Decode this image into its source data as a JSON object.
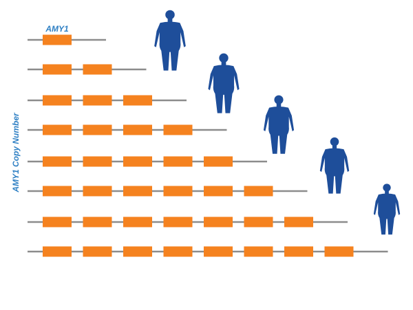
{
  "gene_label": "AMY1",
  "axis_label": "AMY1 Copy Number",
  "copy_numbers": [
    1,
    2,
    3,
    4,
    5,
    6,
    7,
    8
  ],
  "figures": [
    {
      "icon": "human-silhouette-icon",
      "body": "wide"
    },
    {
      "icon": "human-silhouette-icon",
      "body": "medium-wide"
    },
    {
      "icon": "human-silhouette-icon",
      "body": "medium"
    },
    {
      "icon": "human-silhouette-icon",
      "body": "slim"
    },
    {
      "icon": "human-silhouette-icon",
      "body": "slimmest"
    }
  ],
  "colors": {
    "gene_box": "#F5821F",
    "line": "#8C8C8C",
    "figure": "#1E4E9A",
    "label": "#2F80C4"
  }
}
